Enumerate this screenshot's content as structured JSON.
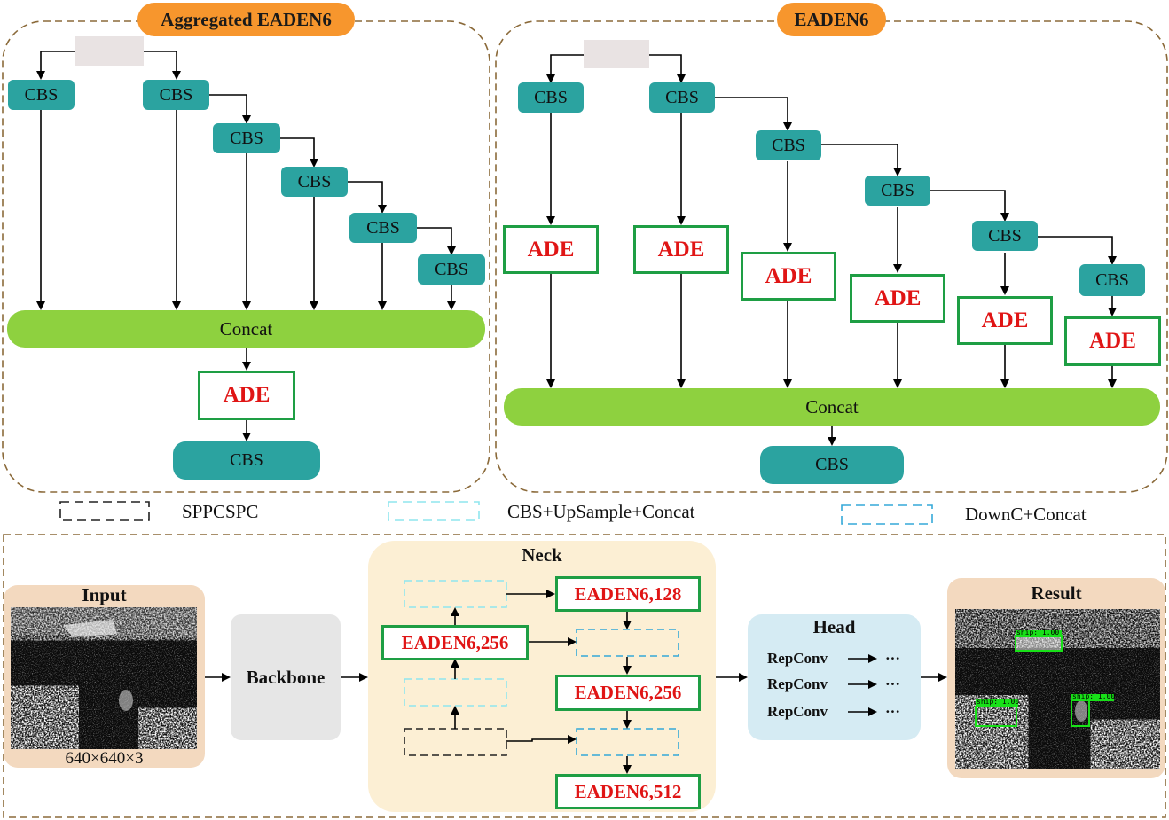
{
  "top_left": {
    "title": "Aggregated EADEN6",
    "cbs_label": "CBS",
    "concat_label": "Concat",
    "ade_label": "ADE"
  },
  "top_right": {
    "title": "EADEN6",
    "cbs_label": "CBS",
    "concat_label": "Concat",
    "ade_label": "ADE"
  },
  "legend": {
    "items": [
      "SPPCSPC",
      "CBS+UpSample+Concat",
      "DownC+Concat"
    ]
  },
  "pipeline": {
    "input_title": "Input",
    "input_size": "640×640×3",
    "backbone_label": "Backbone",
    "neck_title": "Neck",
    "neck_blocks": [
      "EADEN6,128",
      "EADEN6,256",
      "EADEN6,256",
      "EADEN6,512"
    ],
    "head_title": "Head",
    "head_rows": [
      "RepConv",
      "RepConv",
      "RepConv"
    ],
    "head_ellipsis": "···",
    "result_title": "Result",
    "detections": [
      "ship: 1.00",
      "ship: 1.00",
      "ship: 1.00"
    ]
  },
  "colors": {
    "cbs": "#2ba3a0",
    "concat": "#8ed13f",
    "ade_border": "#1e9e44",
    "ade_text": "#e01515",
    "title_pill": "#f7962d",
    "panel_border": "#8b6a3a",
    "sppcspc_dash": "#222222",
    "upsample_dash": "#8fe6ee",
    "downc_dash": "#35a9d8",
    "neck_bg": "#fcefd4",
    "head_bg": "#d5ebf3",
    "backbone_bg": "#e6e6e6",
    "io_bg": "#f3d9bf"
  }
}
